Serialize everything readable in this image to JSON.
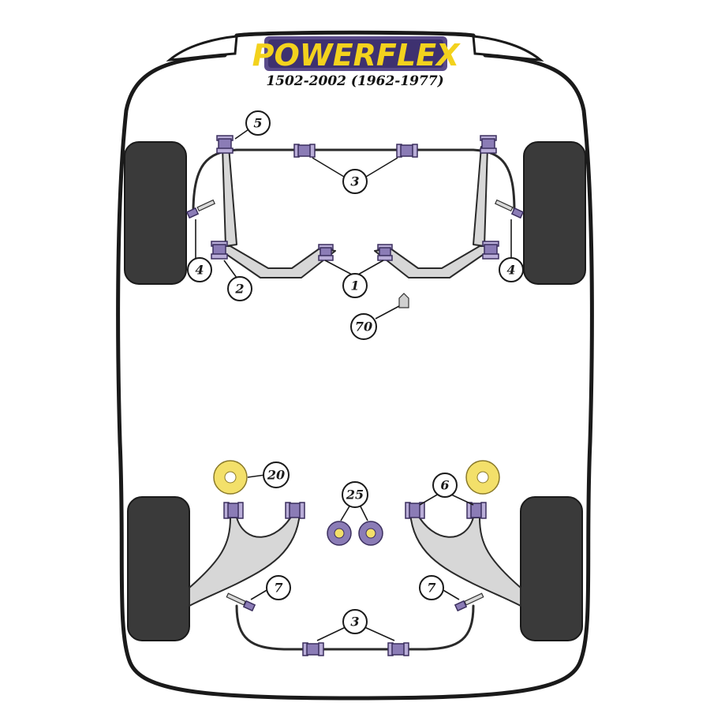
{
  "brand": {
    "logo_text": "POWERFLEX",
    "model_line": "1502-2002 (1962-1977)",
    "logo_bg_color": "#5a4b8a",
    "logo_text_color": "#f3d21d"
  },
  "colors": {
    "bush_purple": "#8b7cb6",
    "bush_light": "#b9add8",
    "washer_yellow": "#f3e06a",
    "outline": "#1a1a1a",
    "arm_grey": "#d7d7d7"
  },
  "callouts": [
    {
      "id": "c5",
      "label": "5"
    },
    {
      "id": "c3t",
      "label": "3"
    },
    {
      "id": "c4l",
      "label": "4"
    },
    {
      "id": "c2",
      "label": "2"
    },
    {
      "id": "c1",
      "label": "1"
    },
    {
      "id": "c4r",
      "label": "4"
    },
    {
      "id": "c70",
      "label": "70"
    },
    {
      "id": "c20",
      "label": "20"
    },
    {
      "id": "c25",
      "label": "25"
    },
    {
      "id": "c6",
      "label": "6"
    },
    {
      "id": "c7l",
      "label": "7"
    },
    {
      "id": "c7r",
      "label": "7"
    },
    {
      "id": "c3b",
      "label": "3"
    }
  ]
}
